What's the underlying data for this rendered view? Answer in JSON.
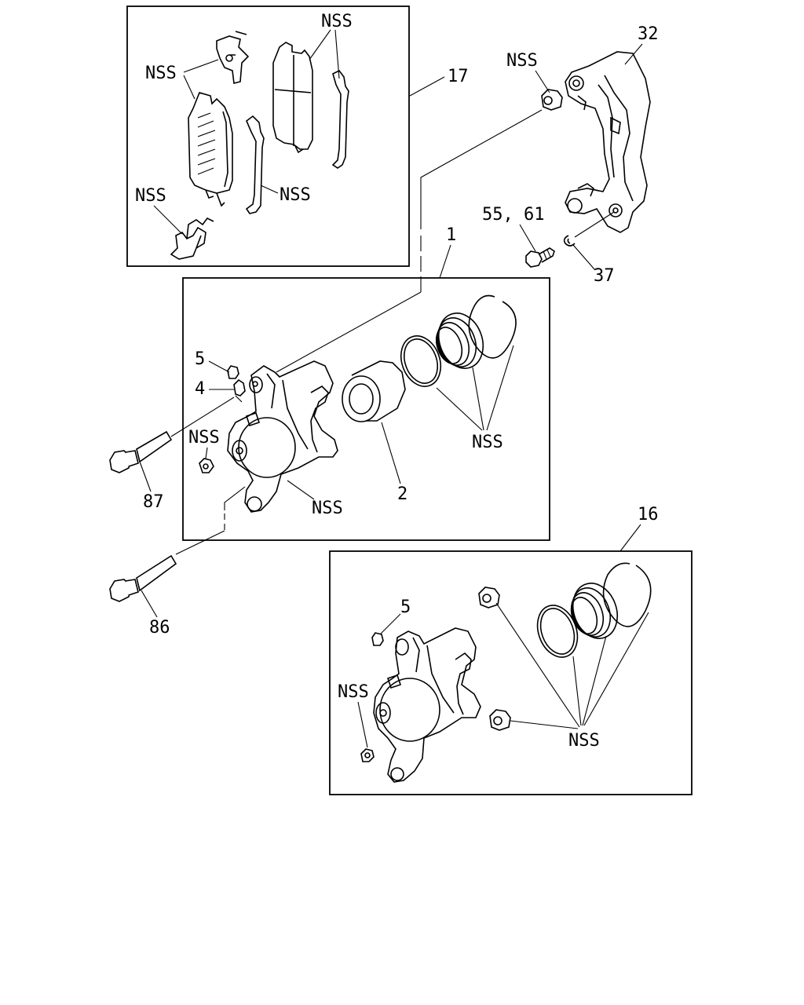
{
  "labels": {
    "nss": "NSS",
    "pad_kit": "17",
    "bracket": "32",
    "caliper_assy": "1",
    "bolt_55_61": "55, 61",
    "washer": "37",
    "bleeder_cap": "5",
    "bleeder_screw": "4",
    "piston": "2",
    "guide_bolt_upper": "87",
    "guide_bolt_lower": "86",
    "seal_kit": "16"
  },
  "colors": {
    "line": "#000000",
    "background": "#ffffff"
  }
}
